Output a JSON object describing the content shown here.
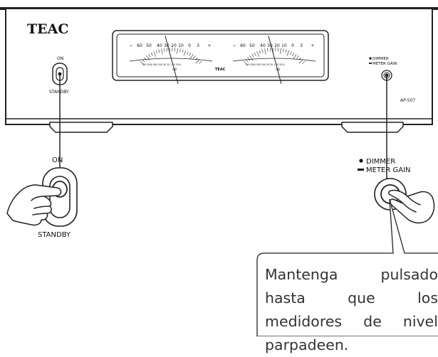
{
  "device": {
    "brand": "TEAC",
    "model": "AP-507",
    "meter_brand": "TEAC",
    "power_on_label": "ON",
    "power_standby_label": "STANDBY",
    "dimmer_label": "DIMMER",
    "meter_gain_label": "METER GAIN"
  },
  "meter": {
    "minus": "−",
    "plus": "+",
    "scale_labels": [
      "60",
      "50",
      "40",
      "30",
      "20",
      "10",
      "0",
      "3"
    ],
    "unit": "dB",
    "sub_scale": "−20 2000 500 200 50 20 1 10 50%"
  },
  "detail_left": {
    "on_label": "ON",
    "standby_label": "STANDBY"
  },
  "detail_right": {
    "dimmer_label": "DIMMER",
    "meter_gain_label": "METER GAIN"
  },
  "callout": {
    "text": "Mantenga pulsado hasta que los medidores de nivel parpadeen."
  }
}
